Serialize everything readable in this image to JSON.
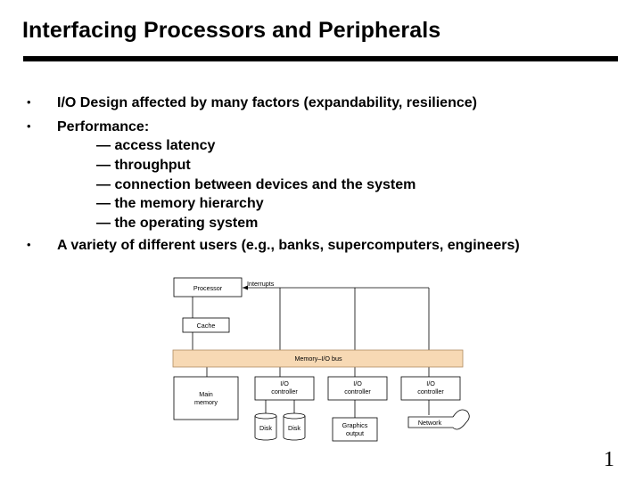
{
  "slide": {
    "title": "Interfacing Processors and Peripherals",
    "page_number": "1"
  },
  "bullets": [
    {
      "marker": "•",
      "text": "I/O Design affected by many factors (expandability, resilience)"
    },
    {
      "marker": "•",
      "text": "Performance:"
    },
    {
      "marker": "•",
      "text": "A variety of different users (e.g., banks, supercomputers, engineers)"
    }
  ],
  "performance_items": [
    "— access latency",
    "— throughput",
    "— connection between devices and the system",
    "— the memory hierarchy",
    "— the operating system"
  ],
  "diagram": {
    "processor": "Processor",
    "interrupts": "Interrupts",
    "cache": "Cache",
    "bus": "Memory–I/O bus",
    "main_memory_line1": "Main",
    "main_memory_line2": "memory",
    "io_line1": "I/O",
    "io_line2": "controller",
    "disk": "Disk",
    "graphics_line1": "Graphics",
    "graphics_line2": "output",
    "network": "Network",
    "bus_color": "#f7d9b4"
  }
}
